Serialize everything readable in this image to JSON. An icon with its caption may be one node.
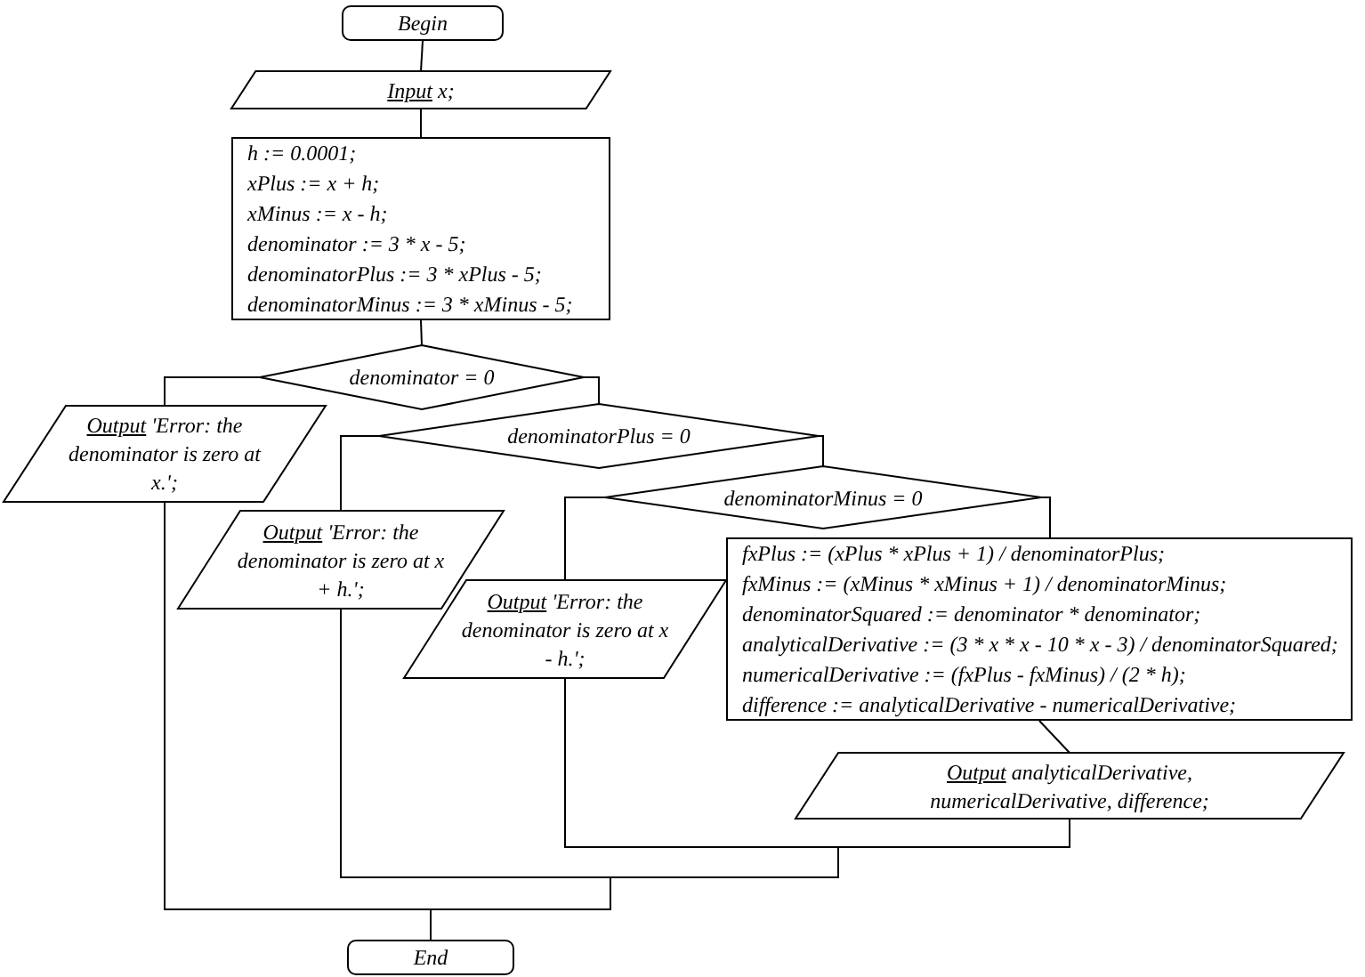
{
  "diagram": {
    "nodes": [
      {
        "text": [
          "Begin"
        ]
      },
      {
        "text": [
          "**Input** x;"
        ]
      },
      {
        "text": [
          "h := 0.0001;",
          "xPlus := x + h;",
          "xMinus := x - h;",
          "denominator := 3 * x - 5;",
          "denominatorPlus := 3 * xPlus - 5;",
          "denominatorMinus := 3 * xMinus - 5;"
        ]
      },
      {
        "text": [
          "denominator = 0"
        ]
      },
      {
        "text": [
          "**Output** 'Error: the denominator is zero at x.';"
        ]
      },
      {
        "text": [
          "denominatorPlus = 0"
        ]
      },
      {
        "text": [
          "**Output** 'Error: the denominator is zero at x + h.';"
        ]
      },
      {
        "text": [
          "denominatorMinus = 0"
        ]
      },
      {
        "text": [
          "**Output** 'Error: the denominator is zero at x - h.';"
        ]
      },
      {
        "text": [
          "fxPlus := (xPlus * xPlus + 1) / denominatorPlus;",
          "fxMinus := (xMinus * xMinus + 1) / denominatorMinus;",
          "denominatorSquared := denominator * denominator;",
          "analyticalDerivative := (3 * x * x - 10 * x - 3) / denominatorSquared;",
          "numericalDerivative := (fxPlus - fxMinus) / (2 * h);",
          "difference := analyticalDerivative - numericalDerivative;"
        ]
      },
      {
        "text": [
          "**Output** analyticalDerivative, numericalDerivative, difference;"
        ]
      },
      {
        "text": [
          "End"
        ]
      }
    ],
    "edges": [
      {
        "from": 0,
        "to": 1,
        "arrow": "none"
      },
      {
        "from": 1,
        "to": 2,
        "arrow": "none"
      },
      {
        "from": 2,
        "to": 3,
        "arrow": "none"
      },
      {
        "from": 3,
        "to": 4,
        "arrow": "none"
      },
      {
        "from": 3,
        "to": 5,
        "arrow": "none"
      },
      {
        "from": 5,
        "to": 6,
        "arrow": "none"
      },
      {
        "from": 5,
        "to": 7,
        "arrow": "none"
      },
      {
        "from": 7,
        "to": 8,
        "arrow": "none"
      },
      {
        "from": 7,
        "to": 9,
        "arrow": "none"
      },
      {
        "from": 9,
        "to": 10,
        "arrow": "none"
      },
      {
        "from": 10,
        "to": 11,
        "arrow": "none"
      },
      {
        "from": 8,
        "to": 11,
        "arrow": "none"
      },
      {
        "from": 6,
        "to": 11,
        "arrow": "none"
      },
      {
        "from": 4,
        "to": 11,
        "arrow": "none"
      }
    ]
  }
}
